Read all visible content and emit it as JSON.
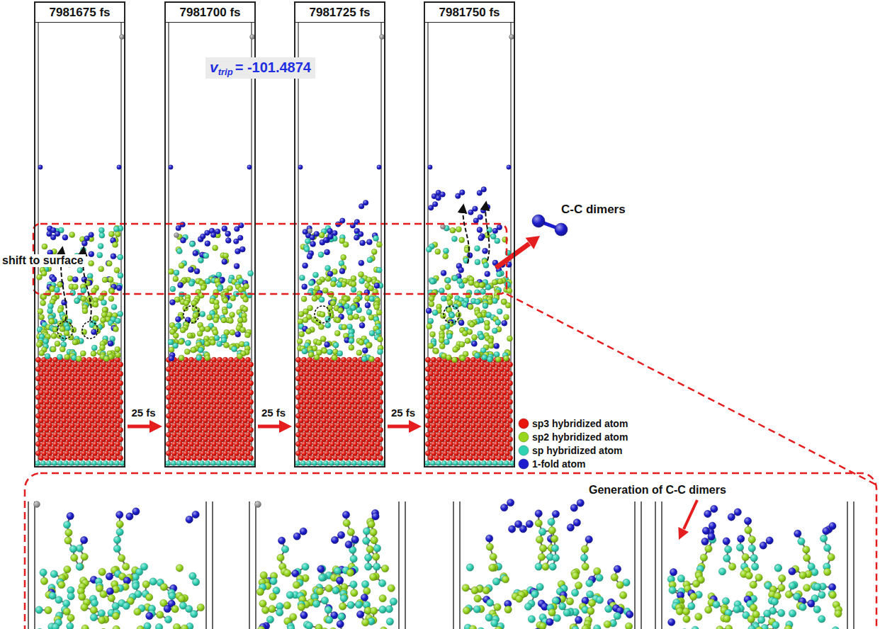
{
  "diagram": {
    "nodes": [
      {
        "text": [
          "7981675 fs"
        ]
      },
      {
        "text": [
          "7981700 fs"
        ]
      },
      {
        "text": [
          "7981725 fs"
        ]
      },
      {
        "text": [
          "7981750 fs"
        ]
      }
    ],
    "edges": [
      {
        "from": 0,
        "to": 1,
        "arrow": "to",
        "label": "25 fs"
      },
      {
        "from": 1,
        "to": 2,
        "arrow": "to",
        "label": "25 fs"
      },
      {
        "from": 2,
        "to": 3,
        "arrow": "to",
        "label": "25 fs"
      }
    ],
    "labels": [
      "v",
      "trip",
      "= -101.4874",
      "shift to surface",
      "C-C dimers",
      "Generation of C-C dimers"
    ],
    "legend": [
      {
        "text": "sp3 hybridized atom",
        "color": "#e8160c"
      },
      {
        "text": "sp2 hybridized atom",
        "color": "#97d61c"
      },
      {
        "text": "sp hybridized atom",
        "color": "#30d2b4"
      },
      {
        "text": "1-fold atom",
        "color": "#1c1ccc"
      }
    ]
  }
}
